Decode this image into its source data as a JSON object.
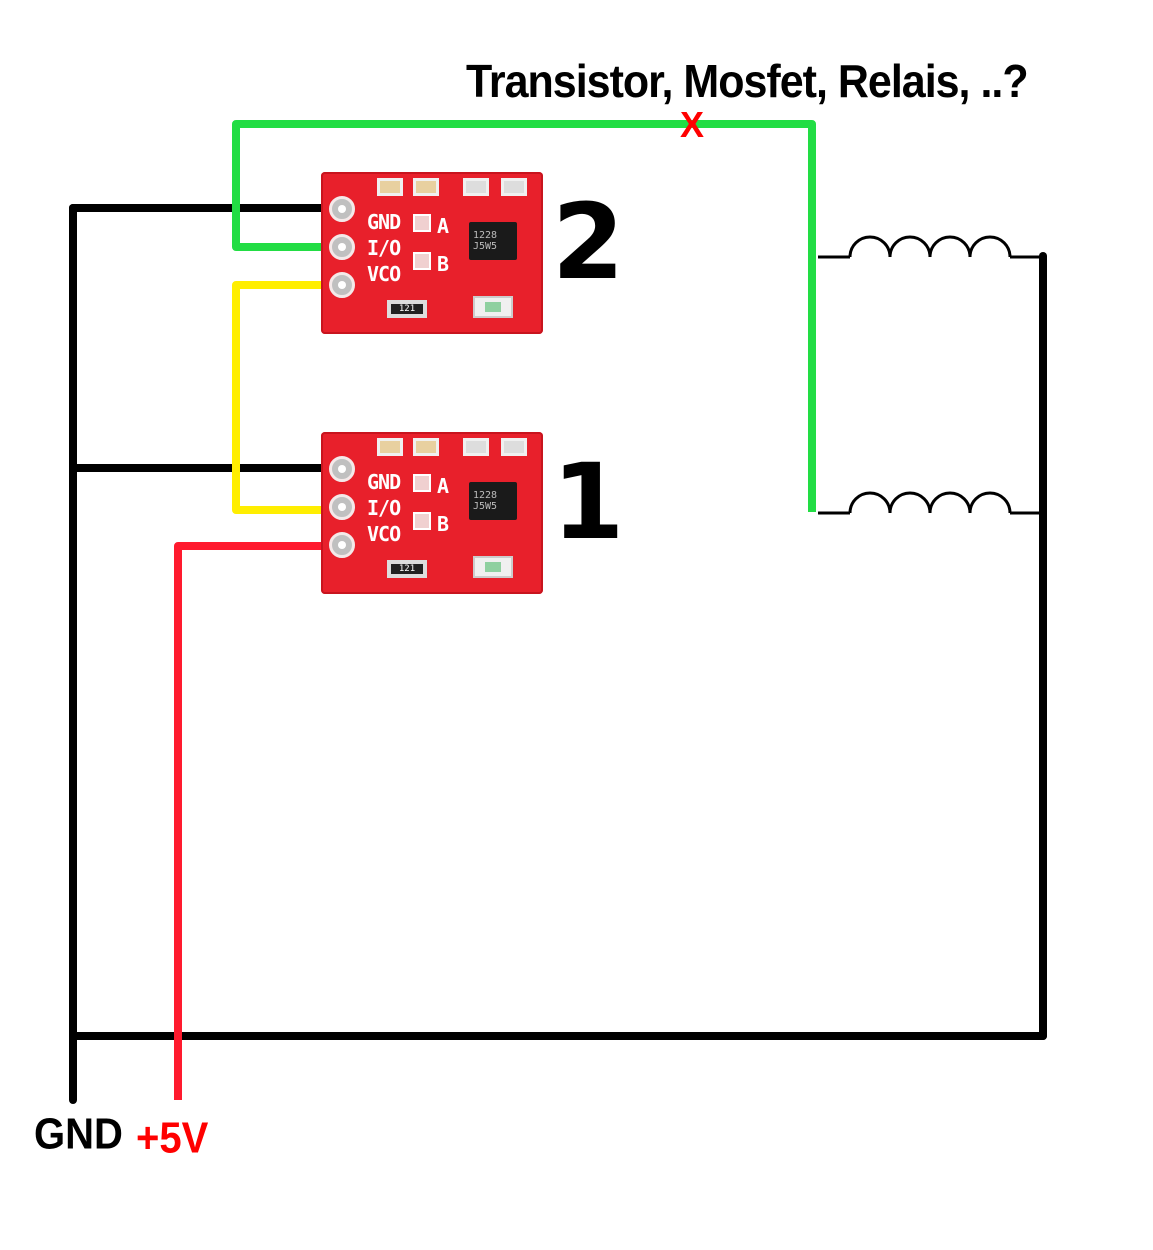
{
  "question": "Transistor, Mosfet, Relais, ..?",
  "cut_mark": "X",
  "module_2_label": "2",
  "module_1_label": "1",
  "gnd_label": "GND",
  "plus5v_label": "+5V",
  "pins": {
    "gnd": "GND",
    "io": "I/O",
    "vcc": "VCO",
    "a": "A",
    "b": "B"
  },
  "chip_text": "1228\nJ5W5",
  "resistor_text": "121",
  "colors": {
    "gnd_wire": "#000000",
    "vcc_wire": "#ff1a2e",
    "io_wire": "#ffee00",
    "signal_wire": "#22dd44",
    "accent_red": "#ff0000"
  },
  "icons": [
    "coil-icon",
    "coil-icon"
  ]
}
